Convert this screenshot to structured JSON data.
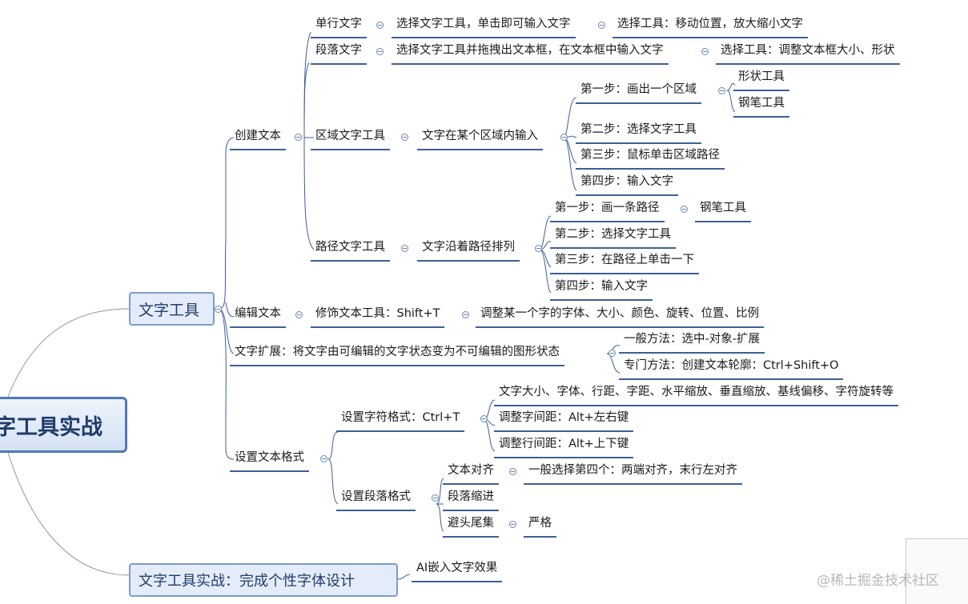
{
  "root": {
    "label": "文字工具实战"
  },
  "main_topics": [
    {
      "label": "文字工具"
    },
    {
      "label": "文字工具实战：完成个性字体设计"
    }
  ],
  "nodes": {
    "create_text": "创建文本",
    "single_line": "单行文字",
    "single_line_1": "选择文字工具，单击即可输入文字",
    "single_line_2": "选择工具：移动位置，放大缩小文字",
    "paragraph": "段落文字",
    "paragraph_1": "选择文字工具并拖拽出文本框，在文本框中输入文字",
    "paragraph_2": "选择工具：调整文本框大小、形状",
    "area_tool": "区域文字工具",
    "area_desc": "文字在某个区域内输入",
    "area_step1": "第一步：画出一个区域",
    "shape_tool": "形状工具",
    "pen_tool_a": "钢笔工具",
    "area_step2": "第二步：选择文字工具",
    "area_step3": "第三步：鼠标单击区域路径",
    "area_step4": "第四步：输入文字",
    "path_tool": "路径文字工具",
    "path_desc": "文字沿着路径排列",
    "path_step1": "第一步：画一条路径",
    "pen_tool_b": "钢笔工具",
    "path_step2": "第二步：选择文字工具",
    "path_step3": "第三步：在路径上单击一下",
    "path_step4": "第四步：输入文字",
    "edit_text": "编辑文本",
    "touchup": "修饰文本工具：Shift+T",
    "touchup_desc": "调整某一个字的字体、大小、颜色、旋转、位置、比例",
    "expand": "文字扩展：将文字由可编辑的文字状态变为不可编辑的图形状态",
    "expand_1": "一般方法：选中-对象-扩展",
    "expand_2": "专门方法：创建文本轮廓：Ctrl+Shift+O",
    "format": "设置文本格式",
    "char_format": "设置字符格式：Ctrl+T",
    "char_1": "文字大小、字体、行距、字距、水平缩放、垂直缩放、基线偏移、字符旋转等",
    "char_2": "调整字间距：Alt+左右键",
    "char_3": "调整行间距：Alt+上下键",
    "para_format": "设置段落格式",
    "align": "文本对齐",
    "align_desc": "一般选择第四个：两端对齐，末行左对齐",
    "indent": "段落缩进",
    "kinsoku": "避头尾集",
    "strict": "严格",
    "ai_embed": "AI嵌入文字效果"
  },
  "watermark": "@稀土掘金技术社区",
  "colors": {
    "line": "#3e5f96",
    "box_fill": "#e3ecf8",
    "box_border": "#7e9cc9",
    "root_border": "#4f79b5"
  }
}
